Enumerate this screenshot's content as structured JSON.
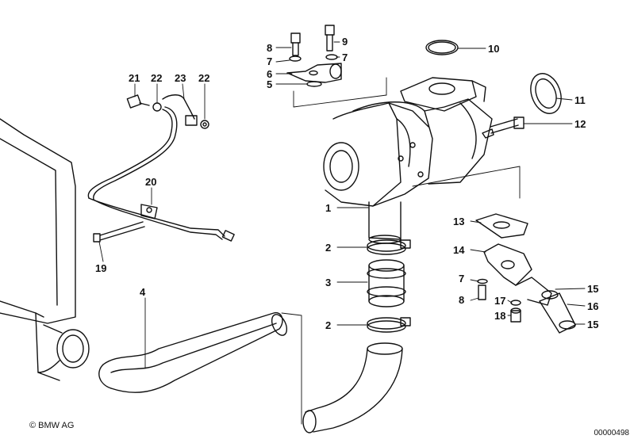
{
  "callouts": {
    "c1": "1",
    "c2a": "2",
    "c2b": "2",
    "c3": "3",
    "c4": "4",
    "c5": "5",
    "c6": "6",
    "c7a": "7",
    "c7b": "7",
    "c7c": "7",
    "c8a": "8",
    "c8b": "8",
    "c9": "9",
    "c10": "10",
    "c11": "11",
    "c12": "12",
    "c13": "13",
    "c14": "14",
    "c15a": "15",
    "c15b": "15",
    "c16": "16",
    "c17": "17",
    "c18": "18",
    "c19": "19",
    "c20": "20",
    "c21": "21",
    "c22a": "22",
    "c22b": "22",
    "c23": "23"
  },
  "footer": {
    "copyright": "© BMW AG",
    "doc_number": "00000498"
  }
}
